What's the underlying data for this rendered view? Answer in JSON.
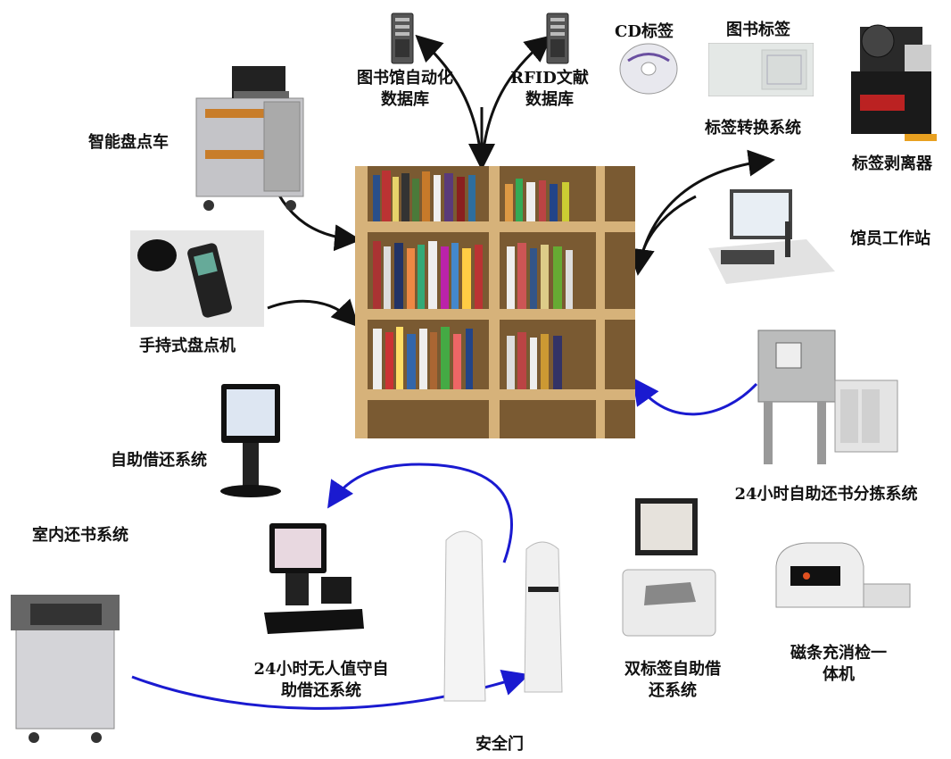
{
  "labels": {
    "inventory_cart": "智能盘点车",
    "handheld": "手持式盘点机",
    "self_checkout": "自助借还系统",
    "indoor_return": "室内还书系统",
    "unattended_1": "24小时无人值守自",
    "unattended_2": "助借还系统",
    "gate": "安全门",
    "dual_tag_1": "双标签自助借",
    "dual_tag_2": "还系统",
    "magstripe_1": "磁条充消检一",
    "magstripe_2": "体机",
    "sorting": "24小时自助还书分拣系统",
    "workstation": "馆员工作站",
    "peeler": "标签剥离器",
    "converter": "标签转换系统",
    "book_tag": "图书标签",
    "cd_tag": "CD标签",
    "lib_db_1": "图书馆自动化",
    "lib_db_2": "数据库",
    "rfid_db_1": "RFID文献",
    "rfid_db_2": "数据库"
  },
  "colors": {
    "black_arrow": "#111111",
    "blue_arrow": "#1a1ad0",
    "shelf_wood": "#c9a56a"
  },
  "icons": [
    "server-icon",
    "server-icon",
    "cd-icon",
    "label-sheet-icon",
    "label-peeler-icon",
    "bookshelf-image",
    "inventory-cart-image",
    "handheld-reader-image",
    "kiosk-image",
    "indoor-return-image",
    "unattended-kiosk-image",
    "security-gate-image",
    "dual-tag-kiosk-image",
    "magstripe-device-image",
    "sorting-system-image",
    "workstation-image"
  ]
}
